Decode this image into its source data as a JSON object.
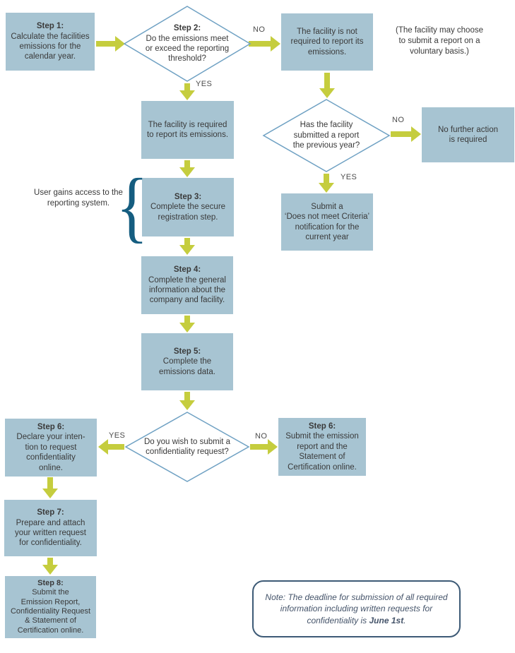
{
  "colors": {
    "box_fill": "#a7c4d2",
    "arrow": "#c5cd3e",
    "diamond_stroke": "#6fa1c3",
    "text": "#3a3a3a",
    "note_border": "#3d5a76",
    "note_text": "#45546a",
    "brace": "#155d80"
  },
  "nodes": {
    "step1": {
      "title": "Step 1:",
      "body": "Calculate the facilities\nemissions for the\ncalendar year."
    },
    "step2": {
      "title": "Step 2:",
      "body": "Do the emissions meet\nor exceed the reporting\nthreshold?"
    },
    "not_required": {
      "body": "The facility is not\nrequired to report its\nemissions."
    },
    "voluntary_note": {
      "body": "(The facility may choose\nto submit a report on a\nvoluntary basis.)"
    },
    "submitted_prev": {
      "body": "Has the facility\nsubmitted a report\nthe previous year?"
    },
    "no_further": {
      "body": "No further action\nis required"
    },
    "does_not_meet": {
      "body": "Submit a\n‘Does not meet Criteria’\nnotification for the\ncurrent year"
    },
    "required": {
      "body": "The facility is required\nto report its emissions."
    },
    "user_access": {
      "body": "User gains access to the\nreporting system."
    },
    "step3": {
      "title": "Step 3:",
      "body": "Complete the secure\nregistration step."
    },
    "step4": {
      "title": "Step 4:",
      "body": "Complete the general\ninformation about the\ncompany and facility."
    },
    "step5": {
      "title": "Step 5:",
      "body": "Complete the\nemissions data."
    },
    "confidentiality_q": {
      "body": "Do you wish to submit a\nconfidentiality request?"
    },
    "step6_left": {
      "title": "Step 6:",
      "body": "Declare your inten-\ntion to request\nconfidentiality\nonline."
    },
    "step6_right": {
      "title": "Step 6:",
      "body": "Submit the emission\nreport and the\nStatement of\nCertification online."
    },
    "step7": {
      "title": "Step 7:",
      "body": "Prepare and attach\nyour written request\nfor confidentiality."
    },
    "step8": {
      "title": "Step 8:",
      "body": "Submit the\nEmission Report,\nConfidentiality Request\n& Statement of\nCertification online."
    }
  },
  "labels": {
    "no_step2": "NO",
    "yes_step2": "YES",
    "no_prev": "NO",
    "yes_prev": "YES",
    "yes_conf": "YES",
    "no_conf": "NO"
  },
  "note": {
    "prefix": "Note:",
    "body": "  The deadline for submission of all required information including written requests for confidentiality is ",
    "deadline": "June 1st",
    "suffix": "."
  },
  "brace_glyph": "{"
}
